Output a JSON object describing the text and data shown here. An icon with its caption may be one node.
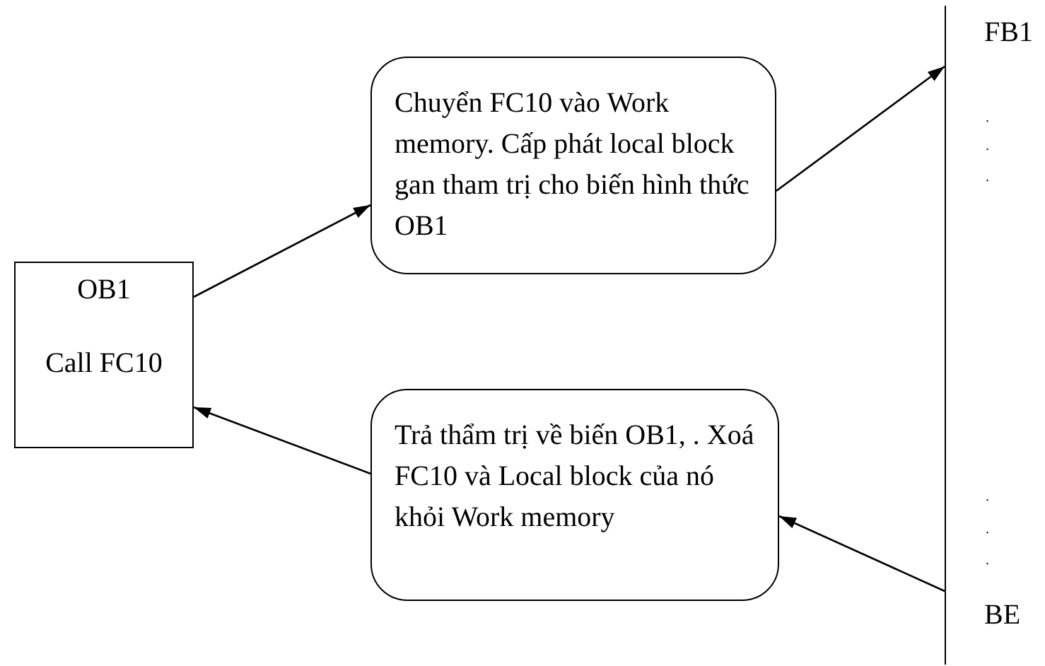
{
  "diagram": {
    "nodes": [
      {
        "text": [
          "OB1",
          "Call FC10"
        ]
      },
      {
        "text": [
          "Chuyển FC10 vào Work memory. Cấp phát local block gan tham trị cho biến hình thức OB1"
        ]
      },
      {
        "text": [
          "Trả thẩm trị về biến OB1, . Xoá FC10 và Local block của nó khỏi Work memory"
        ]
      },
      {
        "text": [
          "FB1",
          ".",
          ".",
          ".",
          ".",
          ".",
          ".",
          "BE"
        ]
      }
    ],
    "edges": [
      {
        "from": 0,
        "to": 1,
        "arrow": "to"
      },
      {
        "from": 1,
        "to": 3,
        "arrow": "to"
      },
      {
        "from": 3,
        "to": 2,
        "arrow": "to"
      },
      {
        "from": 2,
        "to": 0,
        "arrow": "to"
      }
    ]
  }
}
